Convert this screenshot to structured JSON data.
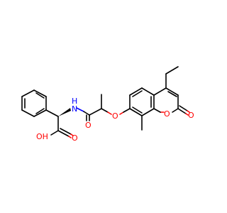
{
  "molecule": {
    "atoms": {
      "nh": "N",
      "h_on_n": "H",
      "oh": "OH",
      "o_amide": "O",
      "o_ether": "O",
      "o_ring": "O",
      "o_lactone": "O"
    },
    "colors": {
      "bond": "#000000",
      "oxygen": "#ff0000",
      "nitrogen": "#0000ff",
      "background": "#ffffff"
    }
  }
}
